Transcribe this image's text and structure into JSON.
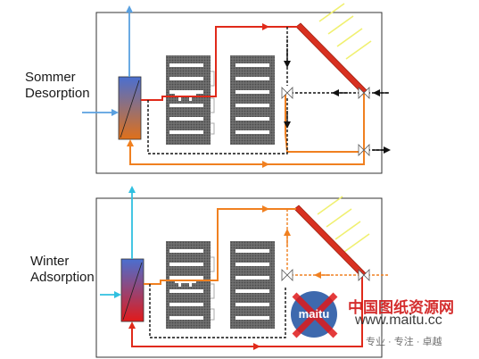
{
  "panels": [
    {
      "label_line1": "Sommer",
      "label_line2": "Desorption",
      "mode": "summer",
      "exchanger_gradient": [
        "#4a6fd0",
        "#e0701a"
      ]
    },
    {
      "label_line1": "Winter",
      "label_line2": "Adsorption",
      "mode": "winter",
      "exchanger_gradient": [
        "#4a6fd0",
        "#e21a1a"
      ]
    }
  ],
  "watermark": {
    "logo_text": "maitu",
    "site_name": "中国图纸资源网",
    "url": "www.maitu.cc",
    "slogan": "专业 · 专注 · 卓越"
  },
  "colors": {
    "hot_red": "#e02a1a",
    "orange": "#f08020",
    "cold_blue": "#5aa0e0",
    "cyan": "#30c0e0",
    "collector": "#d83020",
    "sun_rays": "#f0f070",
    "frame": "#333333"
  }
}
